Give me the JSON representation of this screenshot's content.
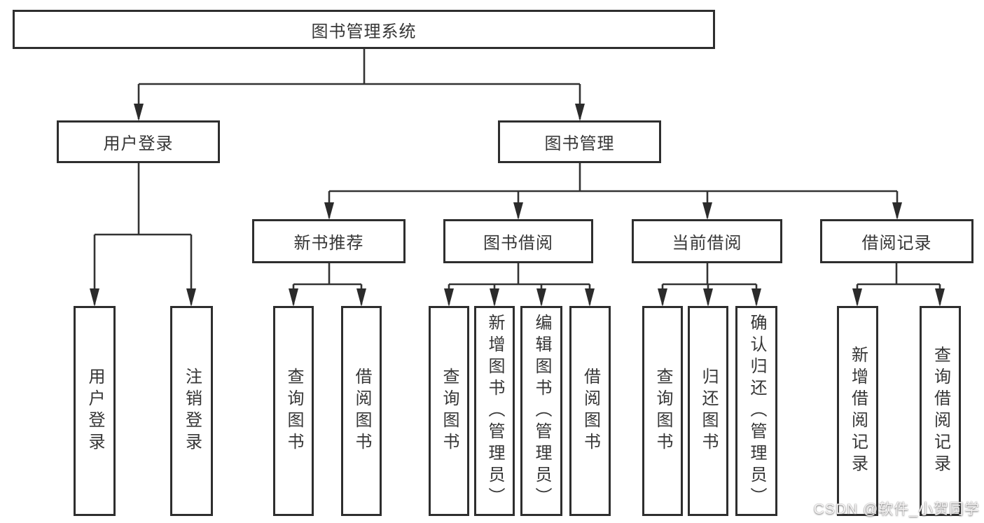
{
  "diagram": {
    "colors": {
      "border": "#2e2e2e",
      "line": "#333333",
      "text": "#363636",
      "background": "#ffffff"
    },
    "nodes": {
      "root": {
        "label": "图书管理系统"
      },
      "user_login_group": {
        "label": "用户登录"
      },
      "book_mgmt_group": {
        "label": "图书管理"
      },
      "user_login": {
        "label": "用户登录"
      },
      "logout": {
        "label": "注销登录"
      },
      "new_book_rec": {
        "label": "新书推荐"
      },
      "book_borrow": {
        "label": "图书借阅"
      },
      "current_borrow": {
        "label": "当前借阅"
      },
      "borrow_records": {
        "label": "借阅记录"
      },
      "nbr_query_books": {
        "label": "查询图书"
      },
      "nbr_borrow_books": {
        "label": "借阅图书"
      },
      "bb_query_books": {
        "label": "查询图书"
      },
      "bb_add_books": {
        "label": "新增图书（管理员）"
      },
      "bb_edit_books": {
        "label": "编辑图书（管理员）"
      },
      "bb_borrow_books": {
        "label": "借阅图书"
      },
      "cb_query_books": {
        "label": "查询图书"
      },
      "cb_return_books": {
        "label": "归还图书"
      },
      "cb_confirm_return": {
        "label": "确认归还（管理员）"
      },
      "br_add_record": {
        "label": "新增借阅记录"
      },
      "br_query_record": {
        "label": "查询借阅记录"
      }
    },
    "watermark": {
      "text": "CSDN @软件_小贺同学"
    }
  }
}
